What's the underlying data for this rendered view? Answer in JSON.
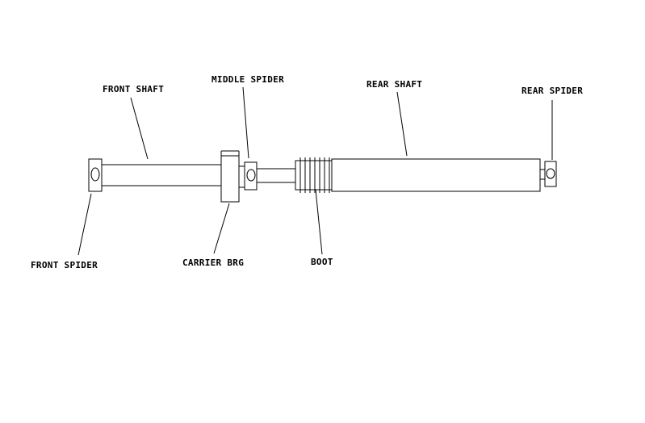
{
  "diagram": {
    "labels": {
      "front_shaft": "FRONT SHAFT",
      "middle_spider": "MIDDLE SPIDER",
      "rear_shaft": "REAR SHAFT",
      "rear_spider": "REAR SPIDER",
      "front_spider": "FRONT SPIDER",
      "carrier_brg": "CARRIER BRG",
      "boot": "BOOT"
    }
  }
}
